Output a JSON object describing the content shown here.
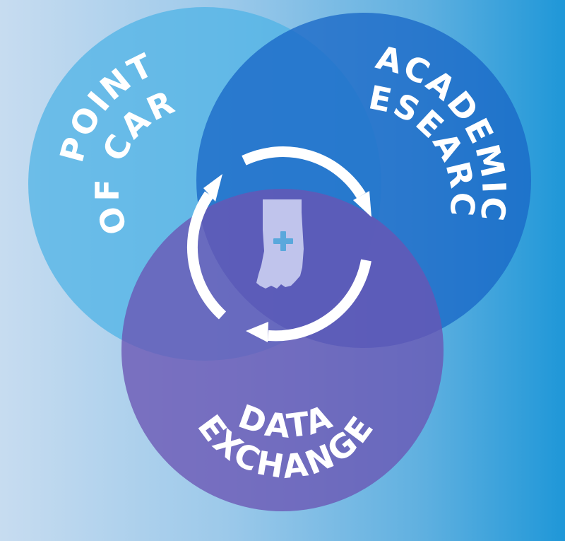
{
  "circles": [
    {
      "id": "point-of-care",
      "lines": [
        "POINT",
        "OF CARE"
      ],
      "color": "#4fb3e6"
    },
    {
      "id": "academic-research",
      "lines": [
        "ACADEMIC",
        "RESEARCH"
      ],
      "color": "#1f6fc8"
    },
    {
      "id": "data-exchange",
      "lines": [
        "DATA",
        "EXCHANGE"
      ],
      "color": "#5e55b0"
    }
  ],
  "center_icon": "indiana-state-plus-icon",
  "cycle_icon": "circular-arrows-icon",
  "colors": {
    "arrow": "#ffffff",
    "state_shape": "#c9cdf0",
    "plus": "#5aa8dc"
  }
}
